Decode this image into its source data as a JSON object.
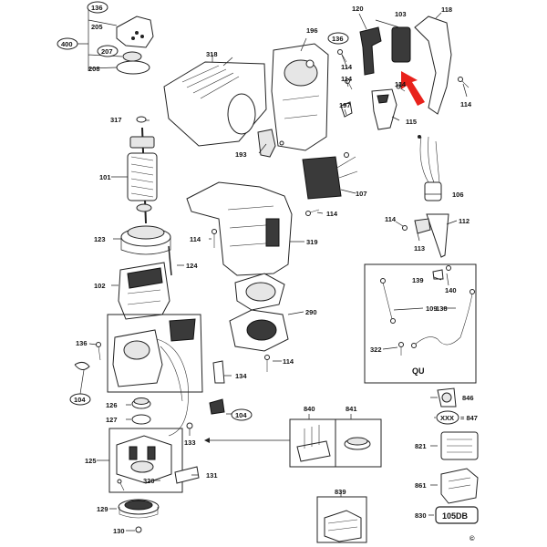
{
  "labels": {
    "l136a": "136",
    "l205": "205",
    "l400": "400",
    "l207": "207",
    "l208": "208",
    "l318": "318",
    "l196": "196",
    "l136b": "136",
    "l120": "120",
    "l103": "103",
    "l118": "118",
    "l114a": "114",
    "l114b": "114",
    "l114c": "114",
    "l197": "197",
    "l115": "115",
    "l193": "193",
    "l317": "317",
    "l101": "101",
    "l107": "107",
    "l106": "106",
    "l114d": "114",
    "l112": "112",
    "l114e": "114",
    "l113": "113",
    "l123": "123",
    "l114f": "114",
    "l319": "319",
    "l124": "124",
    "l102": "102",
    "l139": "139",
    "l140": "140",
    "l109": "109",
    "l138": "138",
    "l290": "290",
    "l322": "322",
    "l136c": "136",
    "l114g": "114",
    "l134": "134",
    "l104a": "104",
    "l126": "126",
    "l127": "127",
    "l104b": "104",
    "l133": "133",
    "l125": "125",
    "l320": "320",
    "l131": "131",
    "l129": "129",
    "l130": "130",
    "l840": "840",
    "l841": "841",
    "l839": "839",
    "l846": "846",
    "l847": "= 847",
    "l821": "821",
    "l861": "861",
    "l830": "830"
  },
  "qu_label": "QU",
  "xxx_badge": "XXX",
  "model_badge": "105DB",
  "copyright": "©",
  "colors": {
    "arrow": "#e8221c",
    "ink": "#222222"
  }
}
